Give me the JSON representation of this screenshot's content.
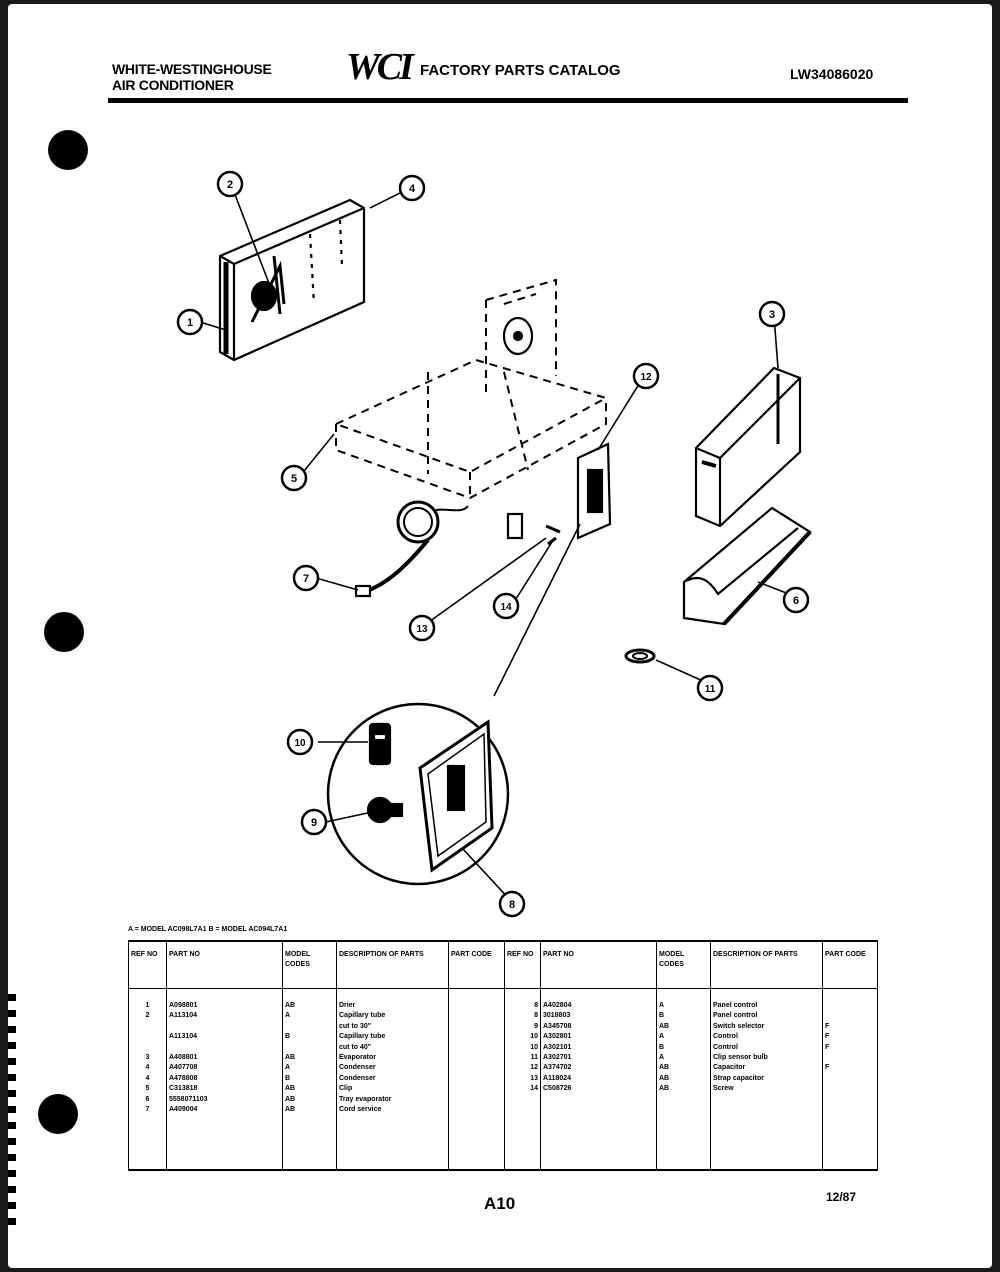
{
  "header": {
    "brand_line1": "WHITE-WESTINGHOUSE",
    "brand_line2": "AIR CONDITIONER",
    "logo": "WCI",
    "catalog_title": "FACTORY PARTS CATALOG",
    "catalog_number": "LW34086020"
  },
  "diagram": {
    "callouts": [
      "1",
      "2",
      "3",
      "4",
      "5",
      "6",
      "7",
      "8",
      "9",
      "10",
      "11",
      "12",
      "13",
      "14"
    ]
  },
  "model_note": "A = MODEL AC098L7A1   B = MODEL AC094L7A1",
  "table": {
    "headers": {
      "ref_no": "REF NO",
      "part_no": "PART NO",
      "model_codes": "MODEL CODES",
      "description": "DESCRIPTION OF PARTS",
      "part_code": "PART CODE"
    },
    "left_rows": [
      {
        "ref": "1",
        "part": "A098801",
        "model": "AB",
        "desc": "Drier",
        "code": ""
      },
      {
        "ref": "2",
        "part": "A113104",
        "model": "A",
        "desc": "Capillary tube",
        "code": ""
      },
      {
        "ref": "",
        "part": "",
        "model": "",
        "desc": "cut to 30\"",
        "code": ""
      },
      {
        "ref": "",
        "part": "A113104",
        "model": "B",
        "desc": "Capillary tube",
        "code": ""
      },
      {
        "ref": "",
        "part": "",
        "model": "",
        "desc": "cut to 40\"",
        "code": ""
      },
      {
        "ref": "3",
        "part": "A408801",
        "model": "AB",
        "desc": "Evaporator",
        "code": ""
      },
      {
        "ref": "4",
        "part": "A407708",
        "model": "A",
        "desc": "Condenser",
        "code": ""
      },
      {
        "ref": "4",
        "part": "A478808",
        "model": "B",
        "desc": "Condenser",
        "code": ""
      },
      {
        "ref": "5",
        "part": "C313818",
        "model": "AB",
        "desc": "Clip",
        "code": ""
      },
      {
        "ref": "6",
        "part": "5558071103",
        "model": "AB",
        "desc": "Tray evaporator",
        "code": ""
      },
      {
        "ref": "7",
        "part": "A409004",
        "model": "AB",
        "desc": "Cord service",
        "code": ""
      }
    ],
    "right_rows": [
      {
        "ref": "8",
        "part": "A402804",
        "model": "A",
        "desc": "Panel control",
        "code": ""
      },
      {
        "ref": "8",
        "part": "3018803",
        "model": "B",
        "desc": "Panel control",
        "code": ""
      },
      {
        "ref": "9",
        "part": "A345708",
        "model": "AB",
        "desc": "Switch selector",
        "code": "F"
      },
      {
        "ref": "10",
        "part": "A302801",
        "model": "A",
        "desc": "Control",
        "code": "F"
      },
      {
        "ref": "10",
        "part": "A302101",
        "model": "B",
        "desc": "Control",
        "code": "F"
      },
      {
        "ref": "11",
        "part": "A302701",
        "model": "A",
        "desc": "Clip sensor bulb",
        "code": ""
      },
      {
        "ref": "12",
        "part": "A374702",
        "model": "AB",
        "desc": "Capacitor",
        "code": "F"
      },
      {
        "ref": "13",
        "part": "A118024",
        "model": "AB",
        "desc": "Strap capacitor",
        "code": ""
      },
      {
        "ref": "14",
        "part": "C508726",
        "model": "AB",
        "desc": "Screw",
        "code": ""
      }
    ]
  },
  "footer": {
    "page_number": "A10",
    "date": "12/87"
  }
}
